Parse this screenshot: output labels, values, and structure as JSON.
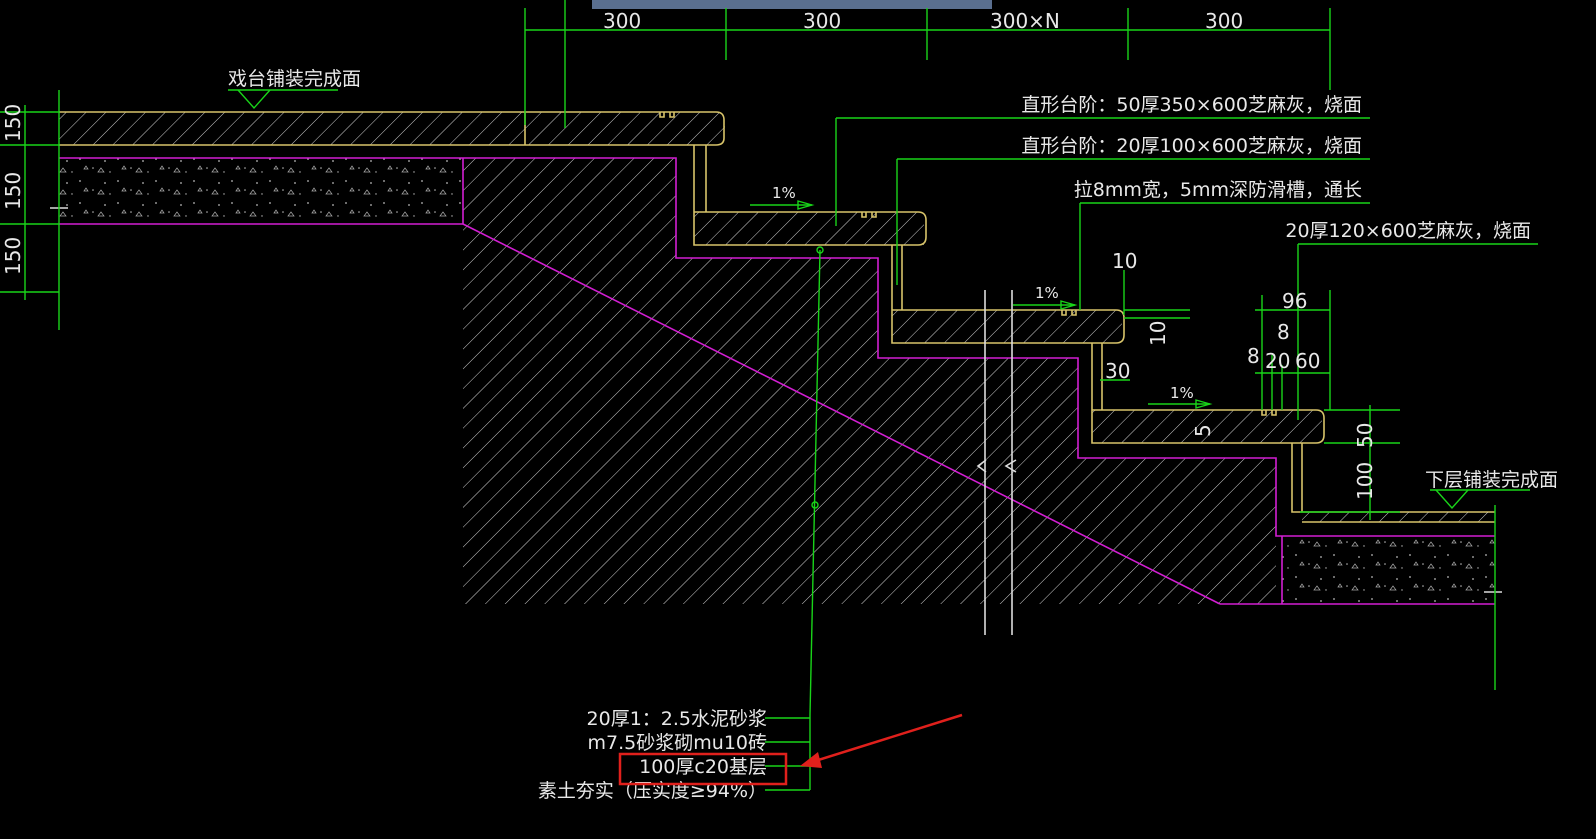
{
  "drawing": {
    "top_dims": [
      "300",
      "300",
      "300×N",
      "300"
    ],
    "left_dims": [
      "150",
      "150",
      "150"
    ],
    "stage_finish": "戏台铺装完成面",
    "lower_finish": "下层铺装完成面",
    "notes": [
      "直形台阶：50厚350×600芝麻灰，烧面",
      "直形台阶：20厚100×600芝麻灰，烧面",
      "拉8mm宽，5mm深防滑槽，通长",
      "20厚120×600芝麻灰，烧面"
    ],
    "slopes": [
      "1%",
      "1%",
      "1%"
    ],
    "detail_dims": [
      "10",
      "10",
      "96",
      "8",
      "8",
      "20",
      "60",
      "30",
      "5",
      "50",
      "100"
    ],
    "layers": [
      "20厚1：2.5水泥砂浆",
      "m7.5砂浆砌mu10砖",
      "100厚c20基层",
      "素土夯实（压实度≥94%）"
    ],
    "highlight_color": "#e0201c",
    "line_color": "#19d419",
    "stone_color": "#d8c46a",
    "boundary_color": "#d21ed2"
  }
}
